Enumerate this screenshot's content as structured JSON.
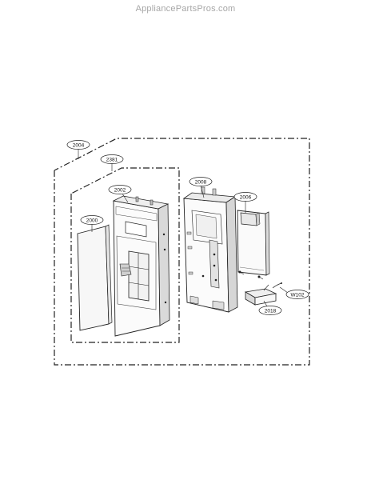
{
  "watermark": "AppliancePartsPros.com",
  "diagram": {
    "parts": [
      {
        "id": "2004",
        "label": "2004"
      },
      {
        "id": "2381",
        "label": "2381"
      },
      {
        "id": "2002",
        "label": "2002"
      },
      {
        "id": "2000",
        "label": "2000"
      },
      {
        "id": "2008",
        "label": "2008"
      },
      {
        "id": "2006",
        "label": "2006"
      },
      {
        "id": "W102",
        "label": "W102"
      },
      {
        "id": "2018",
        "label": "2018"
      }
    ]
  }
}
